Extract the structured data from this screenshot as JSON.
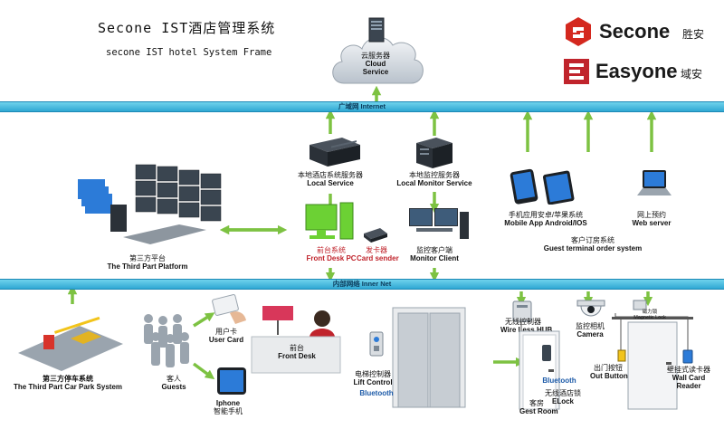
{
  "header": {
    "title": "Secone IST酒店管理系统",
    "subtitle": "secone IST hotel System Frame"
  },
  "logos": {
    "secone": {
      "name": "Secone",
      "cn": "胜安",
      "color": "#d4281e"
    },
    "easyone": {
      "name": "Easyone",
      "cn": "域安",
      "color": "#c0242c"
    }
  },
  "cloud": {
    "cn": "云服务器",
    "en1": "Cloud",
    "en2": "Service"
  },
  "bus_internet": "广域网 Internet",
  "bus_inner": "内部网络 Inner Net",
  "nodes": {
    "local_service": {
      "cn": "本地酒店系统服务器",
      "en": "Local Service"
    },
    "local_monitor": {
      "cn": "本地监控服务器",
      "en": "Local Monitor Service"
    },
    "mobile": {
      "cn": "手机应用安卓/苹果系统",
      "en": "Mobile App Android/IOS"
    },
    "web": {
      "cn": "网上预约",
      "en": "Web server"
    },
    "guest_terminal": {
      "cn": "客户订房系统",
      "en": "Guest terminal order system"
    },
    "third_platform": {
      "cn": "第三方平台",
      "en": "The Third Part Platform"
    },
    "front_pc": {
      "cn": "前台系统",
      "en": "Front Desk PC"
    },
    "card_sender": {
      "cn": "发卡器",
      "en": "Card sender"
    },
    "monitor_client": {
      "cn": "监控客户端",
      "en": "Monitor Client"
    },
    "car_park": {
      "cn": "第三方停车系统",
      "en": "The Third Part  Car Park System"
    },
    "guests": {
      "cn": "客人",
      "en": "Guests"
    },
    "user_card": {
      "cn": "用户卡",
      "en": "User Card"
    },
    "iphone": {
      "cn": "智能手机",
      "en": "Iphone"
    },
    "front_desk": {
      "cn": "前台",
      "en": "Front Desk"
    },
    "lift": {
      "cn": "电梯控制器",
      "en": "Lift Control"
    },
    "wireless_hub": {
      "cn": "无线控制器",
      "en": "Wire Less HUB"
    },
    "camera": {
      "cn": "监控相机",
      "en": "Camera"
    },
    "gest_room": {
      "cn": "客房",
      "en": "Gest Room"
    },
    "elock": {
      "cn": "无线酒店锁",
      "en": "ELock"
    },
    "out_button": {
      "cn": "出门按钮",
      "en": "Out Button"
    },
    "wall_reader": {
      "cn": "壁挂式读卡器",
      "en1": "Wall Card",
      "en2": "Reader"
    },
    "magnetic_lock": {
      "cn": "磁力锁",
      "en": "Magnetic Lock"
    }
  },
  "bluetooth": "Bluetooth",
  "colors": {
    "arrow": "#7dc242",
    "bus": "#2fa8d3",
    "device_dark": "#2b3138",
    "monitor_green": "#6cd134"
  }
}
